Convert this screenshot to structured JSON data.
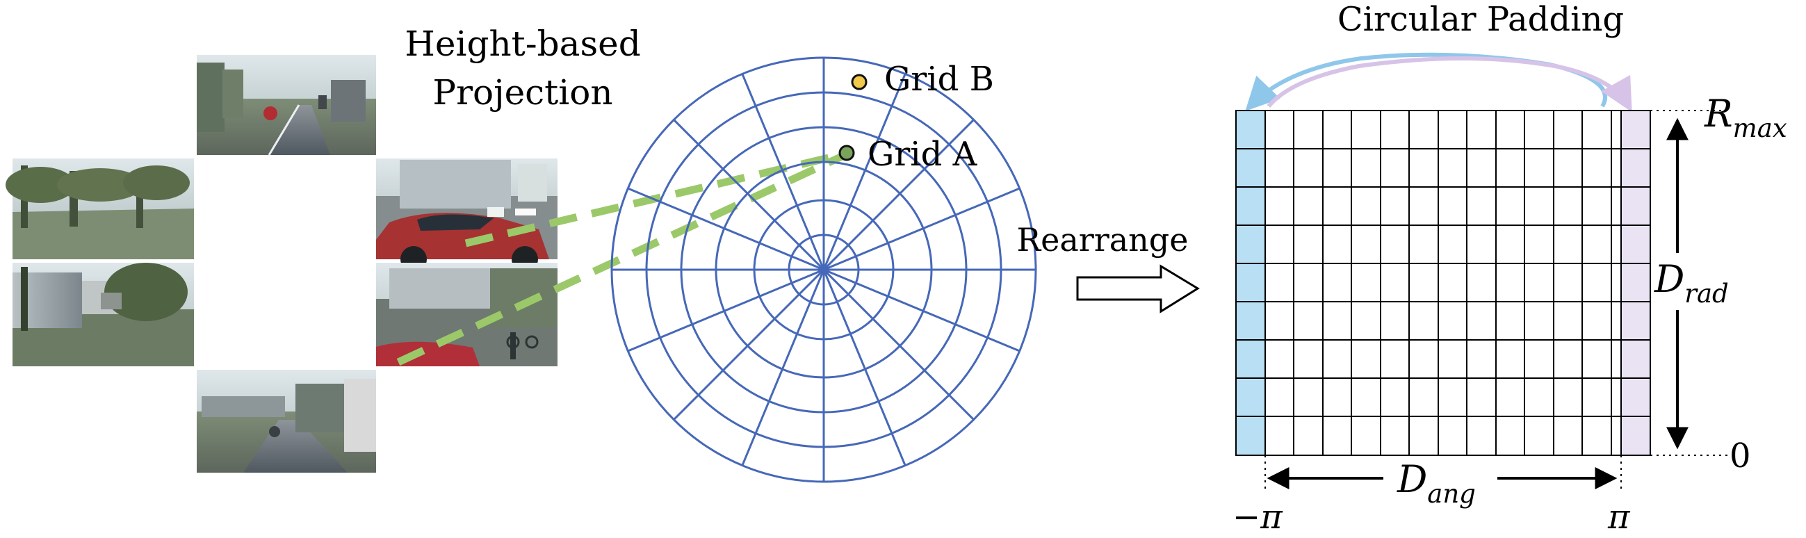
{
  "diagram": {
    "left_title_lines": [
      "Height-based",
      "Projection"
    ],
    "grid_labels": {
      "grid_b": "Grid B",
      "grid_a": "Grid A"
    },
    "rearrange_label": "Rearrange",
    "circular_padding_label": "Circular Padding",
    "grid_annotations": {
      "r_max_main": "R",
      "r_max_sub": "max",
      "d_rad_main": "D",
      "d_rad_sub": "rad",
      "zero": "0",
      "d_ang_main": "D",
      "d_ang_sub": "ang",
      "neg_pi": "−π",
      "pi": "π"
    },
    "colors": {
      "polar_blue": "#4668b8",
      "dash_green": "#9bc96a",
      "grid_b_fill": "#f2c94c",
      "grid_a_fill": "#7aa35b",
      "pad_left": "#b9dff5",
      "pad_right": "#e9e3f3",
      "arc_blue": "#8fc7ea",
      "arc_purple": "#d7c3e8"
    }
  }
}
